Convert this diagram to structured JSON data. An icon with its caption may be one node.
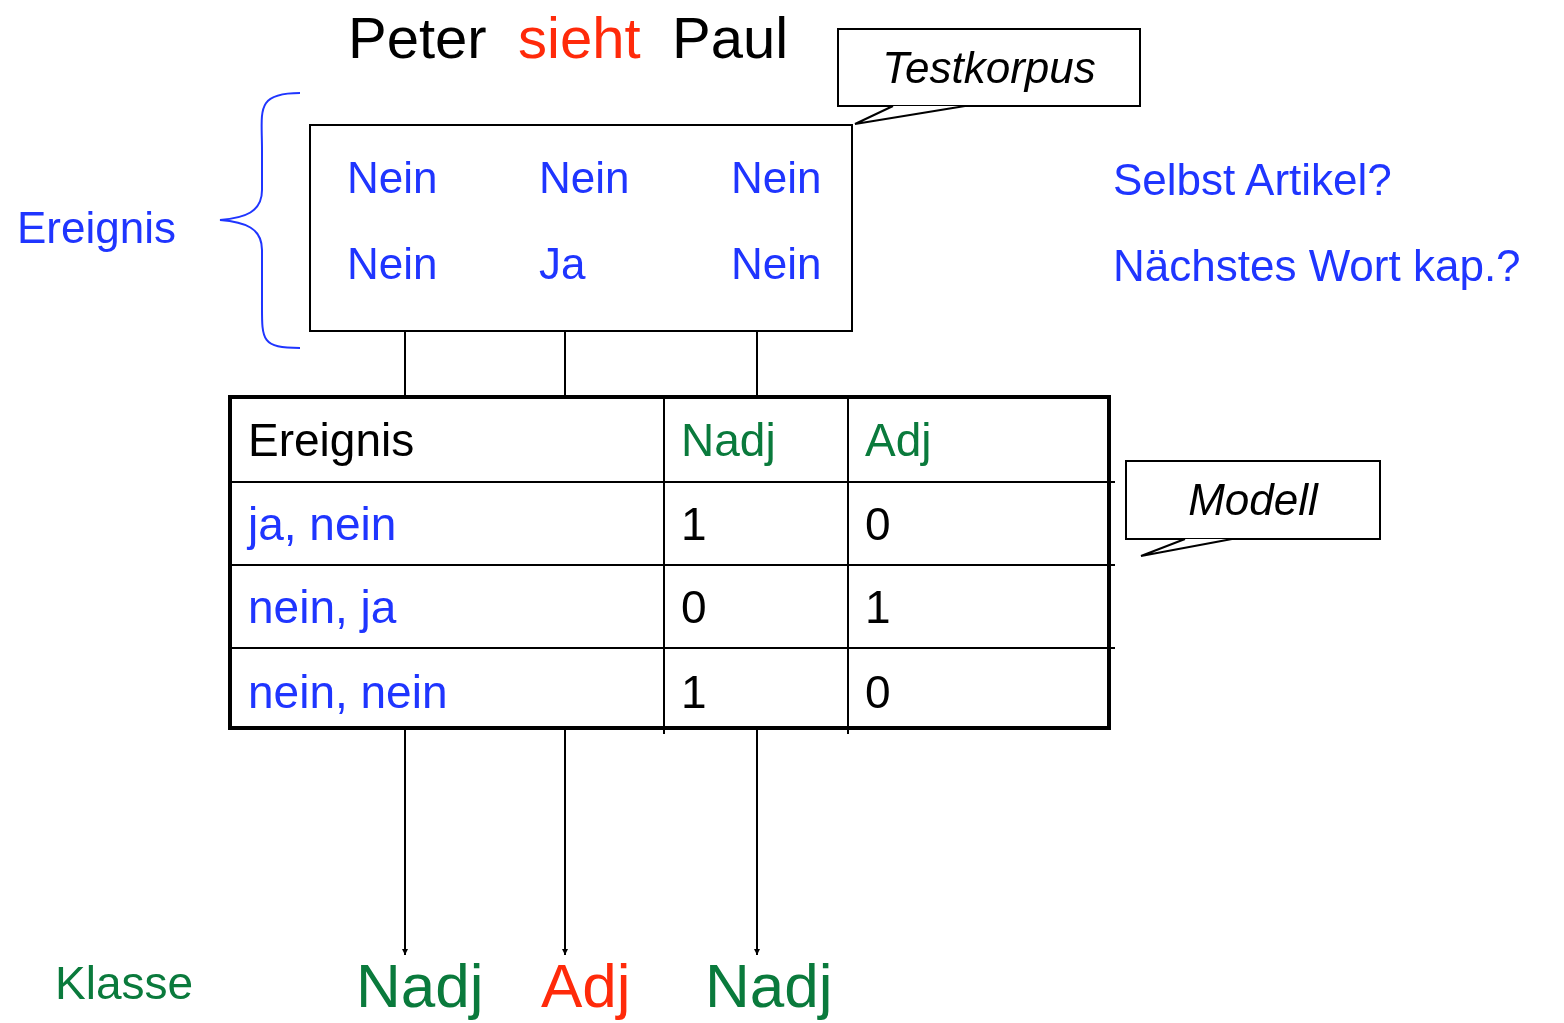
{
  "diagram": {
    "nodes": [
      {
        "text": [
          "Nein",
          "Nein",
          "Nein",
          "Nein",
          "Ja",
          "Nein"
        ]
      },
      {
        "text": [
          "Ereignis",
          "Nadj",
          "Adj",
          "ja, nein",
          "1",
          "0",
          "nein, ja",
          "0",
          "1",
          "nein, nein",
          "1",
          "0"
        ]
      },
      {
        "text": [
          "Nadj"
        ]
      },
      {
        "text": [
          "Adj"
        ]
      },
      {
        "text": [
          "Nadj"
        ]
      },
      {
        "text": [
          "Testkorpus"
        ]
      },
      {
        "text": [
          "Modell"
        ]
      }
    ],
    "edges": [
      {
        "from": 0,
        "to": 1,
        "arrow": "none"
      },
      {
        "from": 0,
        "to": 1,
        "arrow": "none"
      },
      {
        "from": 0,
        "to": 1,
        "arrow": "none"
      },
      {
        "from": 1,
        "to": 2,
        "arrow": "to"
      },
      {
        "from": 1,
        "to": 3,
        "arrow": "to"
      },
      {
        "from": 1,
        "to": 4,
        "arrow": "to"
      }
    ],
    "labels": [
      "Peter",
      "sieht",
      "Paul",
      "Ereignis",
      "Selbst Artikel?",
      "Nächstes Wort kap.?",
      "Klasse"
    ]
  }
}
